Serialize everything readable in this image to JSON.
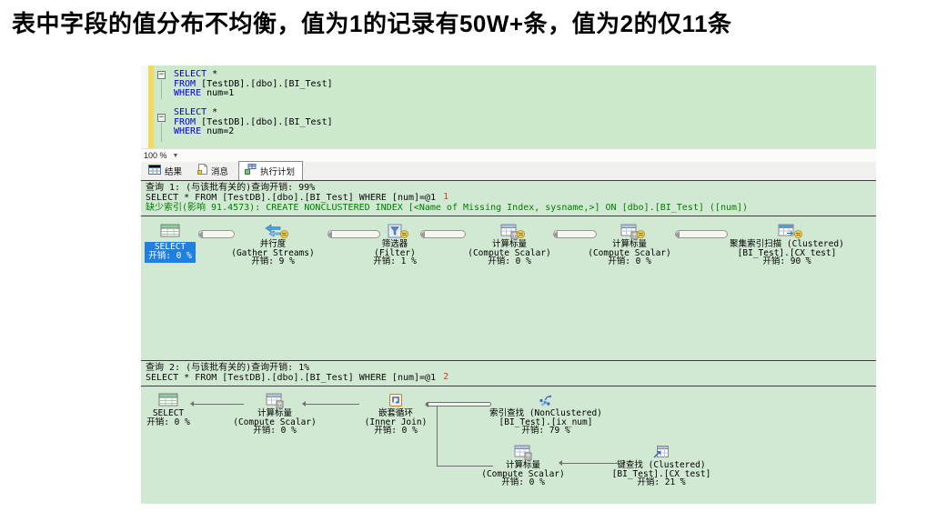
{
  "title": "表中字段的值分布不均衡，值为1的记录有50W+条，值为2的仅11条",
  "editor": {
    "sql": [
      {
        "kw": "SELECT",
        "rest": " *"
      },
      {
        "kw": "FROM",
        "rest": " [TestDB].[dbo].[BI_Test]"
      },
      {
        "kw": "WHERE",
        "rest": " num=1"
      },
      {
        "kw": "",
        "rest": ""
      },
      {
        "kw": "SELECT",
        "rest": " *"
      },
      {
        "kw": "FROM",
        "rest": " [TestDB].[dbo].[BI_Test]"
      },
      {
        "kw": "WHERE",
        "rest": " num=2"
      }
    ]
  },
  "zoom_control": {
    "value": "100 %"
  },
  "tabs": [
    {
      "label": "结果",
      "icon": "results-grid-icon",
      "active": false
    },
    {
      "label": "消息",
      "icon": "messages-icon",
      "active": false
    },
    {
      "label": "执行计划",
      "icon": "execution-plan-icon",
      "active": true
    }
  ],
  "query1": {
    "header": "查询 1:  (与该批有关的)查询开销: 99%",
    "statement": "SELECT * FROM [TestDB].[dbo].[BI_Test] WHERE [num]=@1",
    "marker": "1",
    "missing_index": "缺少索引(影响 91.4573): CREATE NONCLUSTERED INDEX [<Name of Missing Index, sysname,>] ON [dbo].[BI_Test] ([num])",
    "nodes": [
      {
        "name": "SELECT",
        "cost": "开销: 0 %",
        "icon": "result-grid-icon",
        "selected": true
      },
      {
        "name": "并行度",
        "sub": "(Gather Streams)",
        "cost": "开销: 9 %",
        "icon": "gather-streams-icon"
      },
      {
        "name": "筛选器",
        "sub": "(Filter)",
        "cost": "开销: 1 %",
        "icon": "filter-icon"
      },
      {
        "name": "计算标量",
        "sub": "(Compute Scalar)",
        "cost": "开销: 0 %",
        "icon": "compute-scalar-icon"
      },
      {
        "name": "计算标量",
        "sub": "(Compute Scalar)",
        "cost": "开销: 0 %",
        "icon": "compute-scalar-icon"
      },
      {
        "name": "聚集索引扫描 (Clustered)",
        "sub": "[BI_Test].[CX_test]",
        "cost": "开销: 90 %",
        "icon": "clustered-index-scan-icon"
      }
    ]
  },
  "query2": {
    "header": "查询 2:  (与该批有关的)查询开销: 1%",
    "statement": "SELECT * FROM [TestDB].[dbo].[BI_Test] WHERE [num]=@1",
    "marker": "2",
    "nodes": [
      {
        "name": "SELECT",
        "cost": "开销: 0 %",
        "icon": "result-grid-icon"
      },
      {
        "name": "计算标量",
        "sub": "(Compute Scalar)",
        "cost": "开销: 0 %",
        "icon": "compute-scalar-icon"
      },
      {
        "name": "嵌套循环",
        "sub": "(Inner Join)",
        "cost": "开销: 0 %",
        "icon": "nested-loops-icon"
      },
      {
        "name": "索引查找 (NonClustered)",
        "sub": "[BI_Test].[ix_num]",
        "cost": "开销: 79 %",
        "icon": "index-seek-icon"
      },
      {
        "name": "计算标量",
        "sub": "(Compute Scalar)",
        "cost": "开销: 0 %",
        "icon": "compute-scalar-icon"
      },
      {
        "name": "键查找 (Clustered)",
        "sub": "[BI_Test].[CX_test]",
        "cost": "开销: 21 %",
        "icon": "key-lookup-icon"
      }
    ]
  },
  "colors": {
    "editor_bg": "#cce8cd",
    "plan_bg": "#d1e9d2",
    "selected_node_bg": "#1f80e0",
    "sql_keyword": "#0000d6",
    "missing_index_green": "#007d00",
    "query_marker_red": "#cf3a20",
    "change_bar_yellow": "#f1da5d"
  }
}
